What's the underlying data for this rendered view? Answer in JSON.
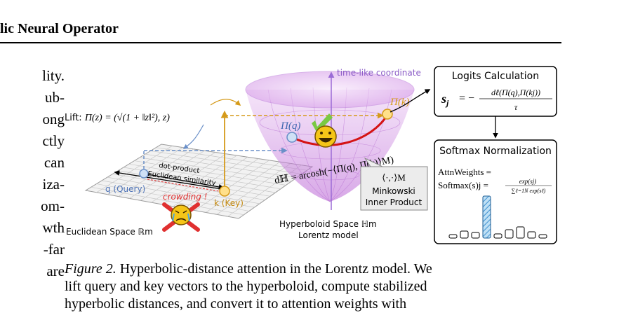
{
  "header": {
    "title": "lic Neural Operator"
  },
  "left_fragments": [
    "lity.",
    "ub-",
    "ong",
    "ctly",
    "can",
    "iza-",
    "om-",
    "wth",
    "-far",
    "are"
  ],
  "figure": {
    "lift_label": "Lift: ",
    "lift_formula": "Π(z) = (√(1 + ‖z‖²), z)",
    "time_axis_label": "time-like coordinate",
    "pi_k_label": "Π(k)",
    "pi_q_label": "Π(q)",
    "distance_formula": "dℍ = arcosh(−⟨Π(q), Π(k)⟩M)",
    "dot_product_line1": "dot-product",
    "dot_product_line2": "Euclidean similarity",
    "query_label": "q (Query)",
    "crowding_label": "crowding !",
    "key_label": "k (Key)",
    "euclidean_space_label": "Euclidean Space ℝm",
    "hyperboloid_line1": "Hyperboloid Space ℍm",
    "hyperboloid_line2": "Lorentz model",
    "minkowski_symbol": "⟨·,·⟩M",
    "minkowski_line1": "Minkowski",
    "minkowski_line2": "Inner Product",
    "logits_title": "Logits Calculation",
    "logits_lhs": "s",
    "logits_lhs_sub": "j",
    "logits_eq": "= −",
    "logits_numerator": "dℓ(Π(q),Π(kj))",
    "logits_denominator": "τ",
    "softmax_title": "Softmax Normalization",
    "attn_line1": "AttnWeights =",
    "attn_line2": "Softmax(s)j =",
    "attn_numerator": "exp(sj)",
    "attn_denominator": "∑ℓ=1N exp(sℓ)"
  },
  "caption": {
    "label": "Figure 2.",
    "line1": " Hyperbolic-distance attention in the Lorentz model. We",
    "line2": "lift query and key vectors to the hyperboloid, compute stabilized",
    "line3": "hyperbolic distances, and convert it to attention weights with"
  },
  "colors": {
    "bowl": "#c06bd6",
    "query": "#6a8fc8",
    "key": "#d59a1a",
    "geodesic": "#d41414",
    "emoji_face": "#f5c518",
    "check": "#7ac943",
    "bar_highlight": "#6fb3e0"
  },
  "chart_data": {
    "type": "bar",
    "categories": [],
    "values": [
      0.05,
      0.1,
      0.08,
      0.6,
      0.06,
      0.12,
      0.16,
      0.09,
      0.05
    ],
    "title": "",
    "xlabel": "",
    "ylabel": ""
  }
}
